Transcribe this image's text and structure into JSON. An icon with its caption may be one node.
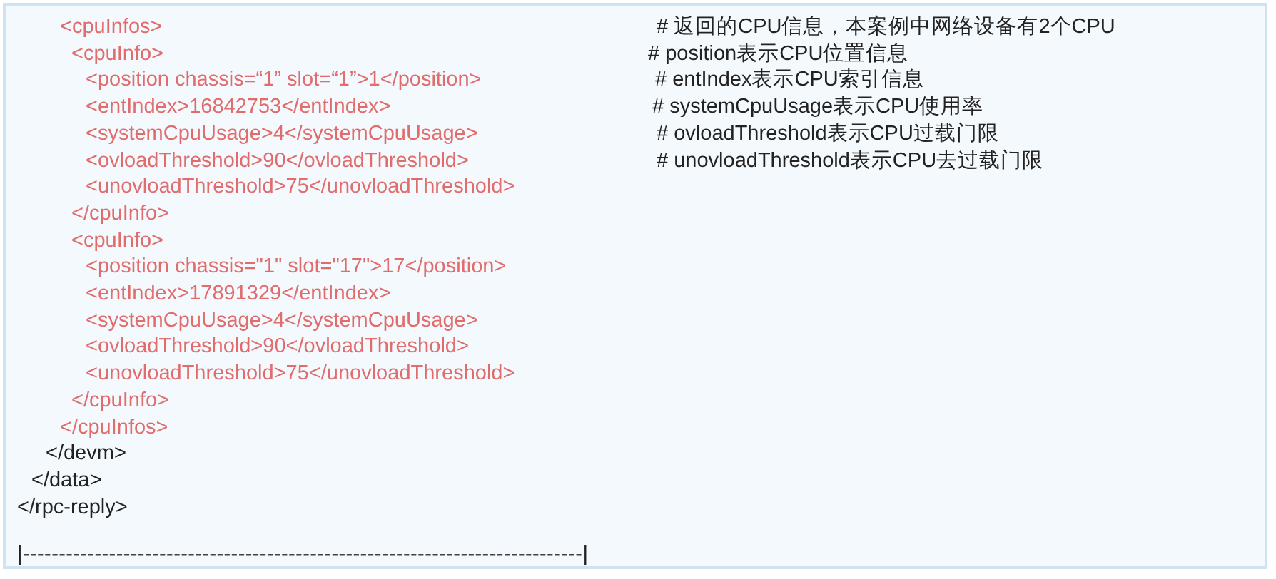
{
  "diagram": {
    "labels": [
      "<cpuInfos>",
      "# 返回的CPU信息，本案例中网络设备有2个CPU",
      "<cpuInfo>",
      "# position表示CPU位置信息",
      "<position chassis=“1” slot=“1”>1</position>",
      "# entIndex表示CPU索引信息",
      "<entIndex>16842753</entIndex>",
      "# systemCpuUsage表示CPU使用率",
      "<systemCpuUsage>4</systemCpuUsage>",
      "# ovloadThreshold表示CPU过载门限",
      "<ovloadThreshold>90</ovloadThreshold>",
      "# unovloadThreshold表示CPU去过载门限",
      "<unovloadThreshold>75</unovloadThreshold>",
      "</cpuInfo>",
      "<cpuInfo>",
      "<position chassis=\"1\" slot=\"17\">17</position>",
      "<entIndex>17891329</entIndex>",
      "<systemCpuUsage>4</systemCpuUsage>",
      "<ovloadThreshold>90</ovloadThreshold>",
      "<unovloadThreshold>75</unovloadThreshold>",
      "</cpuInfo>",
      "</cpuInfos>",
      "</devm>",
      "</data>",
      "</rpc-reply>",
      "|------------------------------------------------------------------------------|"
    ]
  }
}
